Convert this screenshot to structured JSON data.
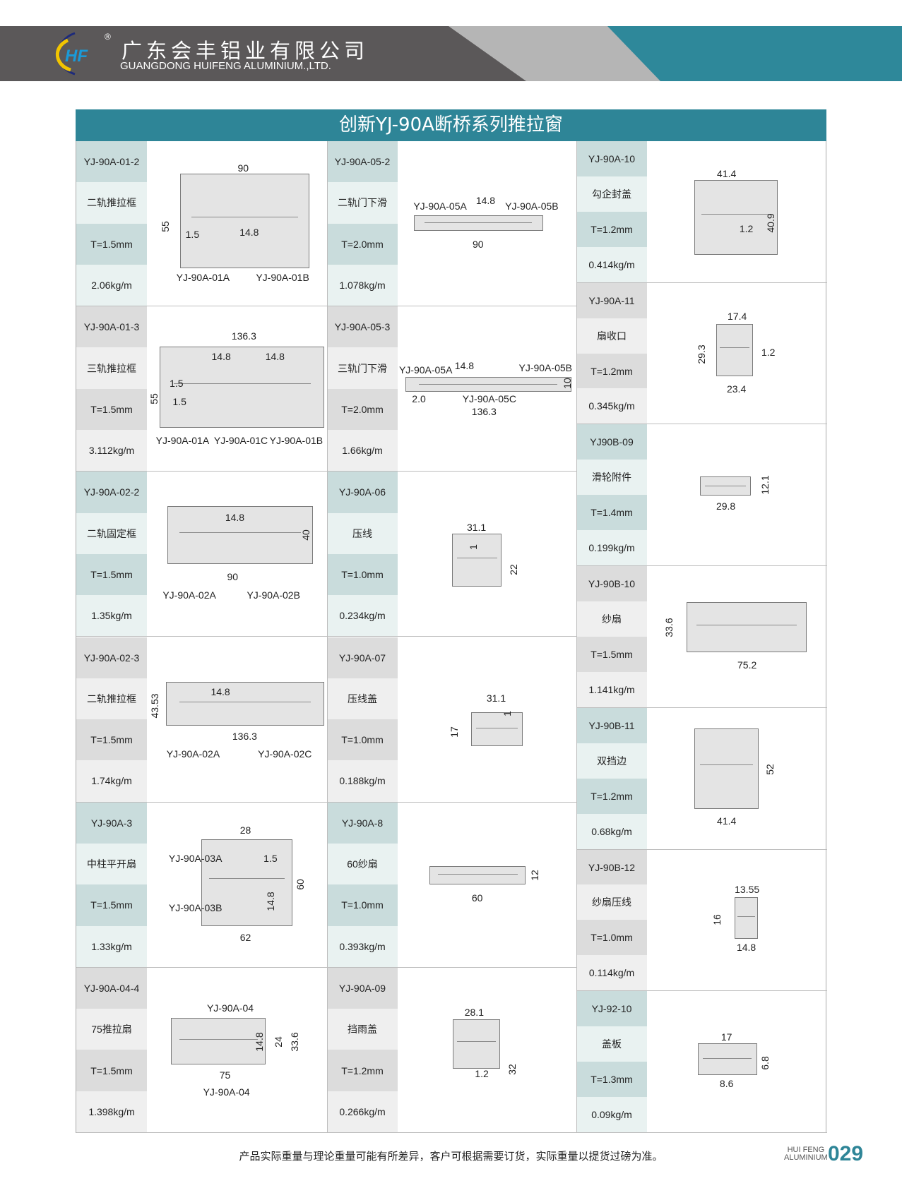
{
  "header": {
    "company_cn": "广东会丰铝业有限公司",
    "company_en": "GUANGDONG HUIFENG ALUMINIUM.,LTD.",
    "logo_text": "HF",
    "registered_mark": "®",
    "colors": {
      "dark": "#5b5859",
      "gray": "#b5b5b5",
      "teal": "#2e889a"
    }
  },
  "title": "创新YJ-90A断桥系列推拉窗",
  "columns": [
    [
      {
        "code": "YJ-90A-01-2",
        "name": "二轨推拉框",
        "thickness": "T=1.5mm",
        "weight": "2.06kg/m",
        "dims": [
          "90",
          "55",
          "1.5",
          "14.8",
          "YJ-90A-01A",
          "YJ-90A-01B"
        ]
      },
      {
        "code": "YJ-90A-01-3",
        "name": "三轨推拉框",
        "thickness": "T=1.5mm",
        "weight": "3.112kg/m",
        "dims": [
          "136.3",
          "14.8",
          "14.8",
          "1.5",
          "1.5",
          "55",
          "YJ-90A-01A",
          "YJ-90A-01C",
          "YJ-90A-01B"
        ]
      },
      {
        "code": "YJ-90A-02-2",
        "name": "二轨固定框",
        "thickness": "T=1.5mm",
        "weight": "1.35kg/m",
        "dims": [
          "14.8",
          "40",
          "90",
          "YJ-90A-02A",
          "YJ-90A-02B"
        ]
      },
      {
        "code": "YJ-90A-02-3",
        "name": "二轨推拉框",
        "thickness": "T=1.5mm",
        "weight": "1.74kg/m",
        "dims": [
          "14.8",
          "43.53",
          "136.3",
          "YJ-90A-02A",
          "YJ-90A-02C"
        ]
      },
      {
        "code": "YJ-90A-3",
        "name": "中柱平开扇",
        "thickness": "T=1.5mm",
        "weight": "1.33kg/m",
        "dims": [
          "28",
          "YJ-90A-03A",
          "1.5",
          "60",
          "14.8",
          "YJ-90A-03B",
          "62"
        ]
      },
      {
        "code": "YJ-90A-04-4",
        "name": "75推拉扇",
        "thickness": "T=1.5mm",
        "weight": "1.398kg/m",
        "dims": [
          "YJ-90A-04",
          "14.8",
          "24",
          "33.6",
          "75",
          "YJ-90A-04"
        ]
      }
    ],
    [
      {
        "code": "YJ-90A-05-2",
        "name": "二轨门下滑",
        "thickness": "T=2.0mm",
        "weight": "1.078kg/m",
        "dims": [
          "YJ-90A-05A",
          "14.8",
          "YJ-90A-05B",
          "90"
        ]
      },
      {
        "code": "YJ-90A-05-3",
        "name": "三轨门下滑",
        "thickness": "T=2.0mm",
        "weight": "1.66kg/m",
        "dims": [
          "YJ-90A-05A",
          "14.8",
          "YJ-90A-05B",
          "10",
          "2.0",
          "YJ-90A-05C",
          "136.3"
        ]
      },
      {
        "code": "YJ-90A-06",
        "name": "压线",
        "thickness": "T=1.0mm",
        "weight": "0.234kg/m",
        "dims": [
          "31.1",
          "1",
          "22"
        ]
      },
      {
        "code": "YJ-90A-07",
        "name": "压线盖",
        "thickness": "T=1.0mm",
        "weight": "0.188kg/m",
        "dims": [
          "31.1",
          "1",
          "17"
        ]
      },
      {
        "code": "YJ-90A-8",
        "name": "60纱扇",
        "thickness": "T=1.0mm",
        "weight": "0.393kg/m",
        "dims": [
          "12",
          "60"
        ]
      },
      {
        "code": "YJ-90A-09",
        "name": "挡雨盖",
        "thickness": "T=1.2mm",
        "weight": "0.266kg/m",
        "dims": [
          "28.1",
          "1.2",
          "32"
        ]
      }
    ],
    [
      {
        "code": "YJ-90A-10",
        "name": "勾企封盖",
        "thickness": "T=1.2mm",
        "weight": "0.414kg/m",
        "dims": [
          "41.4",
          "1.2",
          "40.9"
        ]
      },
      {
        "code": "YJ-90A-11",
        "name": "扇收口",
        "thickness": "T=1.2mm",
        "weight": "0.345kg/m",
        "dims": [
          "17.4",
          "29.3",
          "1.2",
          "23.4"
        ]
      },
      {
        "code": "YJ90B-09",
        "name": "滑轮附件",
        "thickness": "T=1.4mm",
        "weight": "0.199kg/m",
        "dims": [
          "12.1",
          "29.8"
        ]
      },
      {
        "code": "YJ-90B-10",
        "name": "纱扇",
        "thickness": "T=1.5mm",
        "weight": "1.141kg/m",
        "dims": [
          "33.6",
          "75.2"
        ]
      },
      {
        "code": "YJ-90B-11",
        "name": "双挡边",
        "thickness": "T=1.2mm",
        "weight": "0.68kg/m",
        "dims": [
          "52",
          "41.4"
        ]
      },
      {
        "code": "YJ-90B-12",
        "name": "纱扇压线",
        "thickness": "T=1.0mm",
        "weight": "0.114kg/m",
        "dims": [
          "13.55",
          "16",
          "14.8"
        ]
      },
      {
        "code": "YJ-92-10",
        "name": "盖板",
        "thickness": "T=1.3mm",
        "weight": "0.09kg/m",
        "dims": [
          "17",
          "6.8",
          "8.6"
        ]
      }
    ]
  ],
  "footer": {
    "note": "产品实际重量与理论重量可能有所差异，客户可根据需要订货，实际重量以提货过磅为准。",
    "brand_line1": "HUI FENG",
    "brand_line2": "ALUMINIUM",
    "page_number": "029"
  }
}
